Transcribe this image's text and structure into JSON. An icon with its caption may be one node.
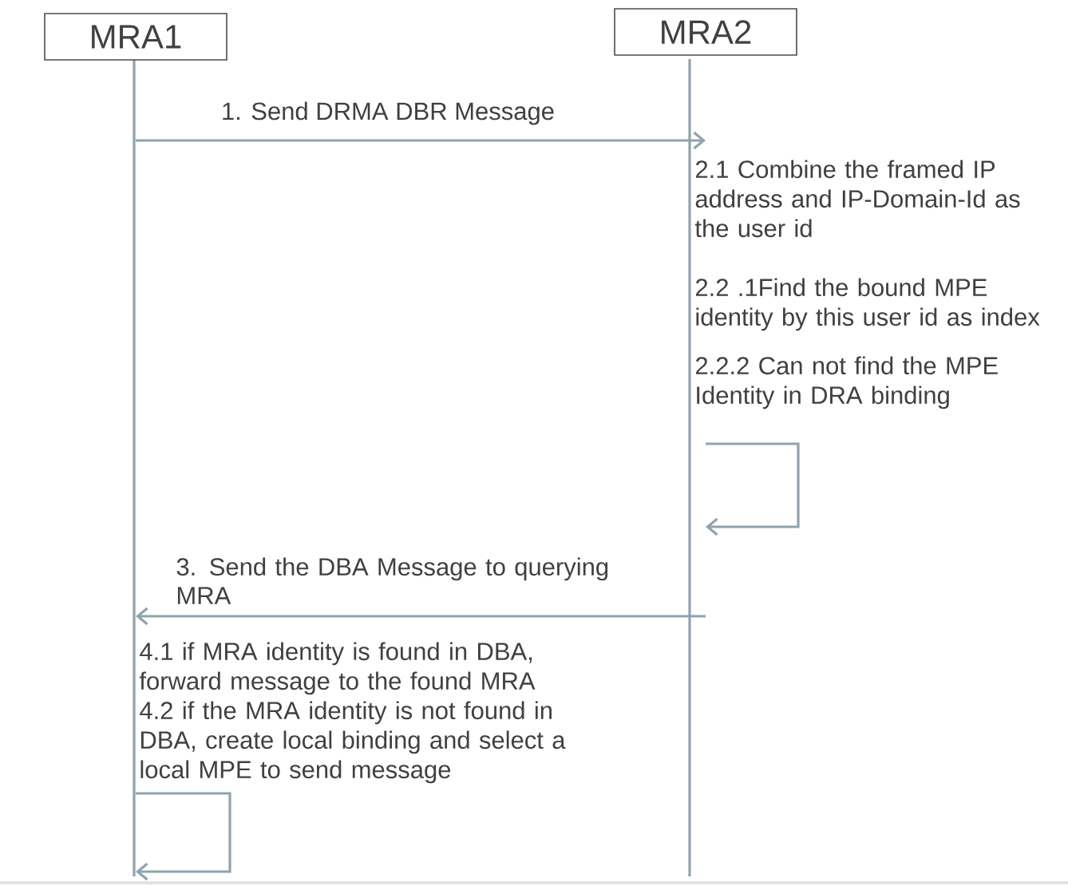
{
  "diagram": {
    "nodes": [
      {
        "text": [
          "MRA1"
        ]
      },
      {
        "text": [
          "MRA2"
        ]
      }
    ],
    "edges": [
      {
        "from": 0,
        "to": 1,
        "arrow": "to",
        "label": "1. Send DRMA DBR Message"
      },
      {
        "from": 1,
        "to": 1,
        "arrow": "to"
      },
      {
        "from": 1,
        "to": 0,
        "arrow": "to",
        "label": "3. Send the DBA Message to querying MRA"
      },
      {
        "from": 0,
        "to": 0,
        "arrow": "to"
      }
    ],
    "labels": [
      "2.1 Combine the framed IP address and IP-Domain-Id as the user id",
      "2.2 .1Find the bound MPE identity by this user id as index",
      "2.2.2 Can not find the MPE Identity in DRA binding",
      "4.1 if MRA identity is found in DBA, forward message to the found MRA",
      "4.2 if the MRA identity is not found in DBA, create local binding and select a local MPE to send message"
    ]
  }
}
